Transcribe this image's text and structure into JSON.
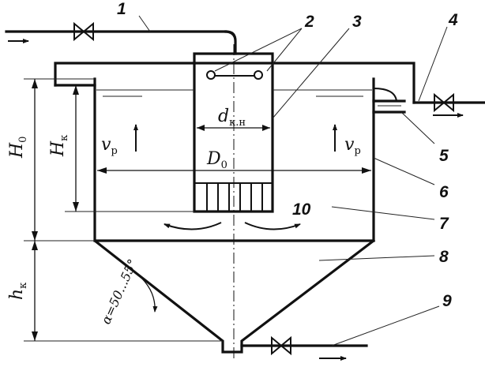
{
  "labels": {
    "n1": "1",
    "n2": "2",
    "n3": "3",
    "n4": "4",
    "n5": "5",
    "n6": "6",
    "n7": "7",
    "n8": "8",
    "n9": "9",
    "n10": "10"
  },
  "dimensions": {
    "H0_main": "H",
    "H0_sub": "0",
    "Hk_main": "H",
    "Hk_sub": "к",
    "hk_main": "h",
    "hk_sub": "к",
    "D0_main": "D",
    "D0_sub": "0",
    "dkn_main": "d",
    "dkn_sub": "к.н",
    "vp_left_main": "v",
    "vp_left_sub": "р",
    "vp_right_main": "v",
    "vp_right_sub": "р",
    "alpha": "α=50...55°"
  }
}
